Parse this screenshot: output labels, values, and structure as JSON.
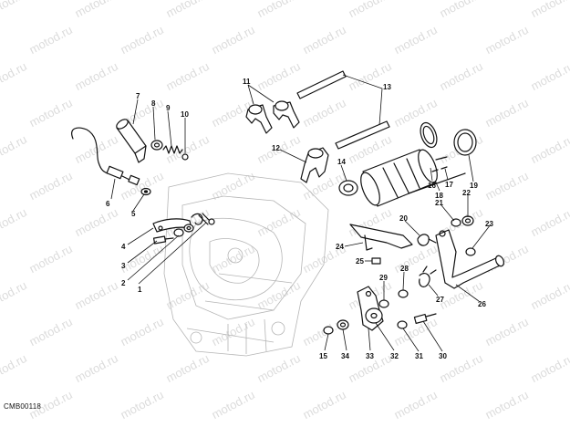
{
  "drawing_code": "CMB00118",
  "watermark_text": "motod.ru",
  "callouts": [
    {
      "id": "c1",
      "label": "1"
    },
    {
      "id": "c2",
      "label": "2"
    },
    {
      "id": "c3",
      "label": "3"
    },
    {
      "id": "c4",
      "label": "4"
    },
    {
      "id": "c5",
      "label": "5"
    },
    {
      "id": "c6",
      "label": "6"
    },
    {
      "id": "c7",
      "label": "7"
    },
    {
      "id": "c8",
      "label": "8"
    },
    {
      "id": "c9",
      "label": "9"
    },
    {
      "id": "c10",
      "label": "10"
    },
    {
      "id": "c11",
      "label": "11"
    },
    {
      "id": "c12",
      "label": "12"
    },
    {
      "id": "c13",
      "label": "13"
    },
    {
      "id": "c14",
      "label": "14"
    },
    {
      "id": "c15",
      "label": "15"
    },
    {
      "id": "c16",
      "label": "16"
    },
    {
      "id": "c17",
      "label": "17"
    },
    {
      "id": "c18",
      "label": "18"
    },
    {
      "id": "c19",
      "label": "19"
    },
    {
      "id": "c20",
      "label": "20"
    },
    {
      "id": "c21",
      "label": "21"
    },
    {
      "id": "c22",
      "label": "22"
    },
    {
      "id": "c23",
      "label": "23"
    },
    {
      "id": "c24",
      "label": "24"
    },
    {
      "id": "c25",
      "label": "25"
    },
    {
      "id": "c26",
      "label": "26"
    },
    {
      "id": "c27",
      "label": "27"
    },
    {
      "id": "c28",
      "label": "28"
    },
    {
      "id": "c29",
      "label": "29"
    },
    {
      "id": "c30",
      "label": "30"
    },
    {
      "id": "c31",
      "label": "31"
    },
    {
      "id": "c32",
      "label": "32"
    },
    {
      "id": "c33",
      "label": "33"
    },
    {
      "id": "c34",
      "label": "34"
    }
  ]
}
